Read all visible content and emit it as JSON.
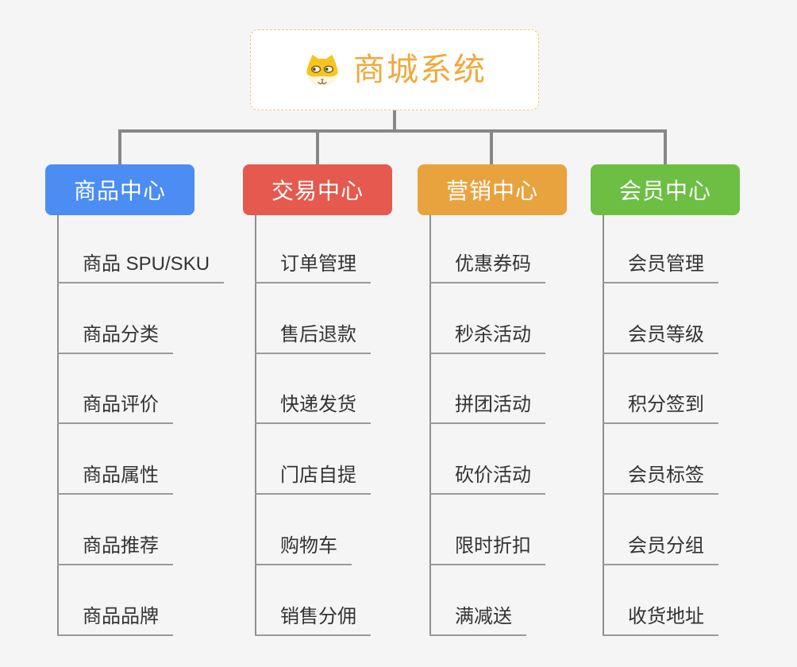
{
  "canvas": {
    "background": "#f5f5f5"
  },
  "root": {
    "title": "商城系统",
    "accent_color": "#f0a93c",
    "border_color": "#f2c887",
    "icon": "dog-icon"
  },
  "connector_color": "#878787",
  "underline_color": "#9a9a9a",
  "item_text_color": "#333333",
  "columns": [
    {
      "id": "product",
      "label": "商品中心",
      "color": "#4b8df3",
      "items": [
        "商品 SPU/SKU",
        "商品分类",
        "商品评价",
        "商品属性",
        "商品推荐",
        "商品品牌"
      ]
    },
    {
      "id": "trade",
      "label": "交易中心",
      "color": "#e5594f",
      "items": [
        "订单管理",
        "售后退款",
        "快递发货",
        "门店自提",
        "购物车",
        "销售分佣"
      ]
    },
    {
      "id": "marketing",
      "label": "营销中心",
      "color": "#e8a33f",
      "items": [
        "优惠券码",
        "秒杀活动",
        "拼团活动",
        "砍价活动",
        "限时折扣",
        "满减送"
      ]
    },
    {
      "id": "member",
      "label": "会员中心",
      "color": "#6dbf44",
      "items": [
        "会员管理",
        "会员等级",
        "积分签到",
        "会员标签",
        "会员分组",
        "收货地址"
      ]
    }
  ]
}
